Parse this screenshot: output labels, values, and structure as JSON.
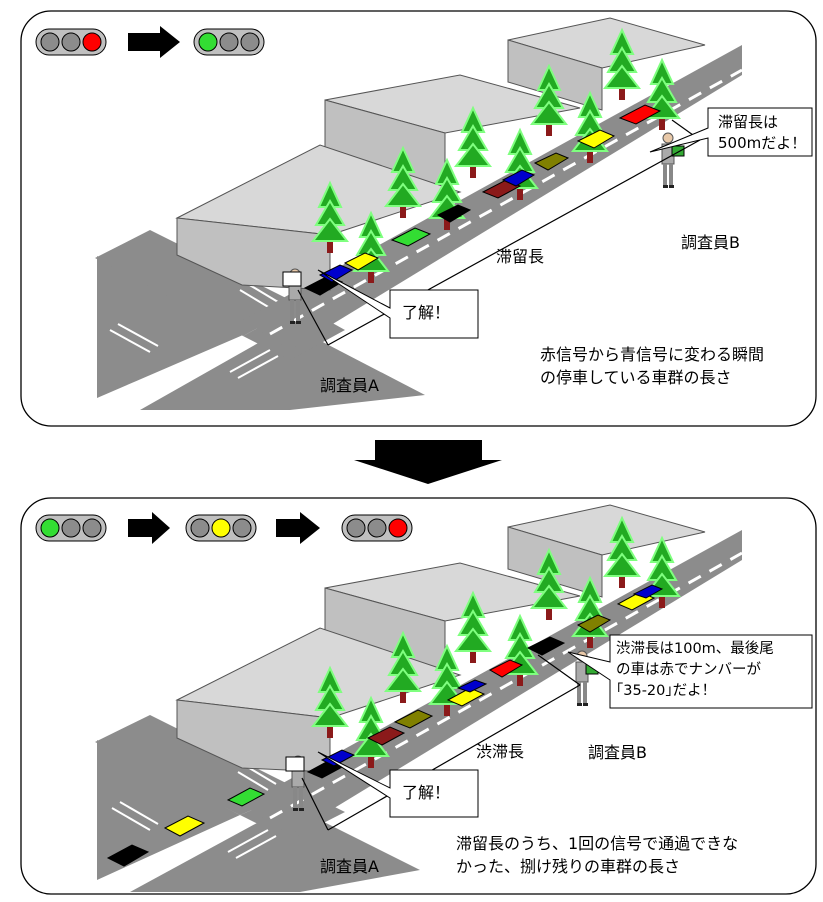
{
  "panel1": {
    "bubble_b_line1": "滞留長は",
    "bubble_b_line2": "500mだよ！",
    "bubble_a": "了解！",
    "length_label": "滞留長",
    "observer_a": "調査員A",
    "observer_b": "調査員B",
    "caption_line1": "赤信号から青信号に変わる瞬間",
    "caption_line2": "の停車している車群の長さ"
  },
  "panel2": {
    "bubble_b_line1": "渋滞長は100m、最後尾",
    "bubble_b_line2": "の車は赤でナンバーが",
    "bubble_b_line3": "｢35-20｣だよ！",
    "bubble_a": "了解！",
    "length_label": "渋滞長",
    "observer_a": "調査員A",
    "observer_b": "調査員B",
    "caption_line1": "滞留長のうち、1回の信号で通過できな",
    "caption_line2": "かった、捌け残りの車群の長さ"
  },
  "colors": {
    "signal_red": "#ff0000",
    "signal_green": "#33dd33",
    "signal_yellow": "#ffff00",
    "signal_off": "#8c8c8c",
    "road": "#8c8c8c",
    "building": "#c8c8c8",
    "tree": "#22aa22"
  }
}
